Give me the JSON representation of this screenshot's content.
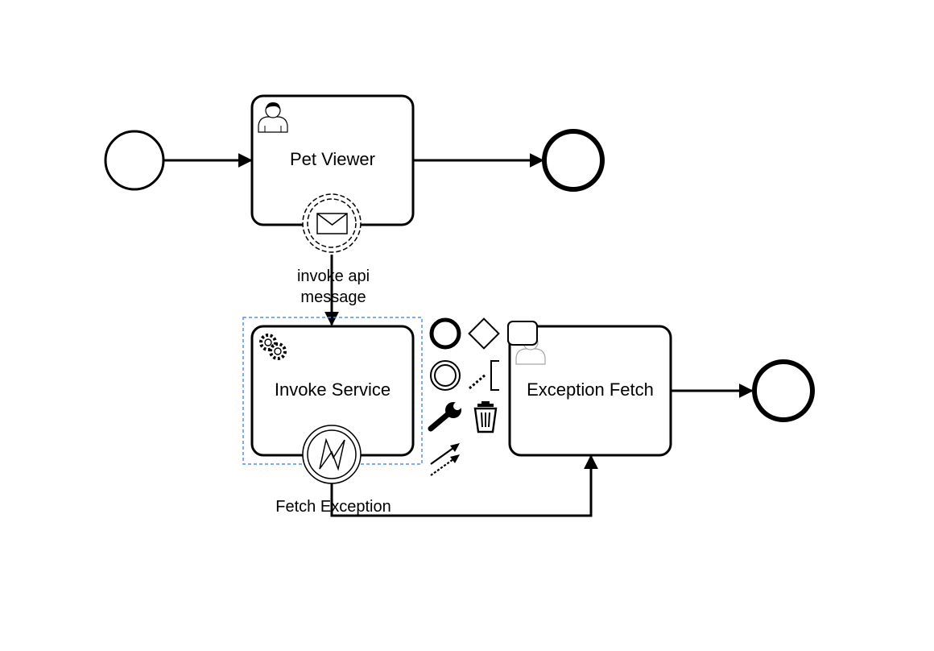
{
  "diagram": {
    "tasks": {
      "pet_viewer": "Pet Viewer",
      "invoke_service": "Invoke Service",
      "exception_fetch": "Exception Fetch"
    },
    "labels": {
      "message_line1": "invoke api",
      "message_line2": "message",
      "error_event": "Fetch Exception"
    },
    "colors": {
      "stroke": "#000000",
      "selection": "#4d90fe",
      "background": "#ffffff"
    },
    "context_pad_icons": [
      "end-event-icon",
      "gateway-icon",
      "task-icon",
      "intermediate-event-icon",
      "text-annotation-icon",
      "wrench-icon",
      "trash-icon",
      "connect-arrow-icon"
    ]
  }
}
